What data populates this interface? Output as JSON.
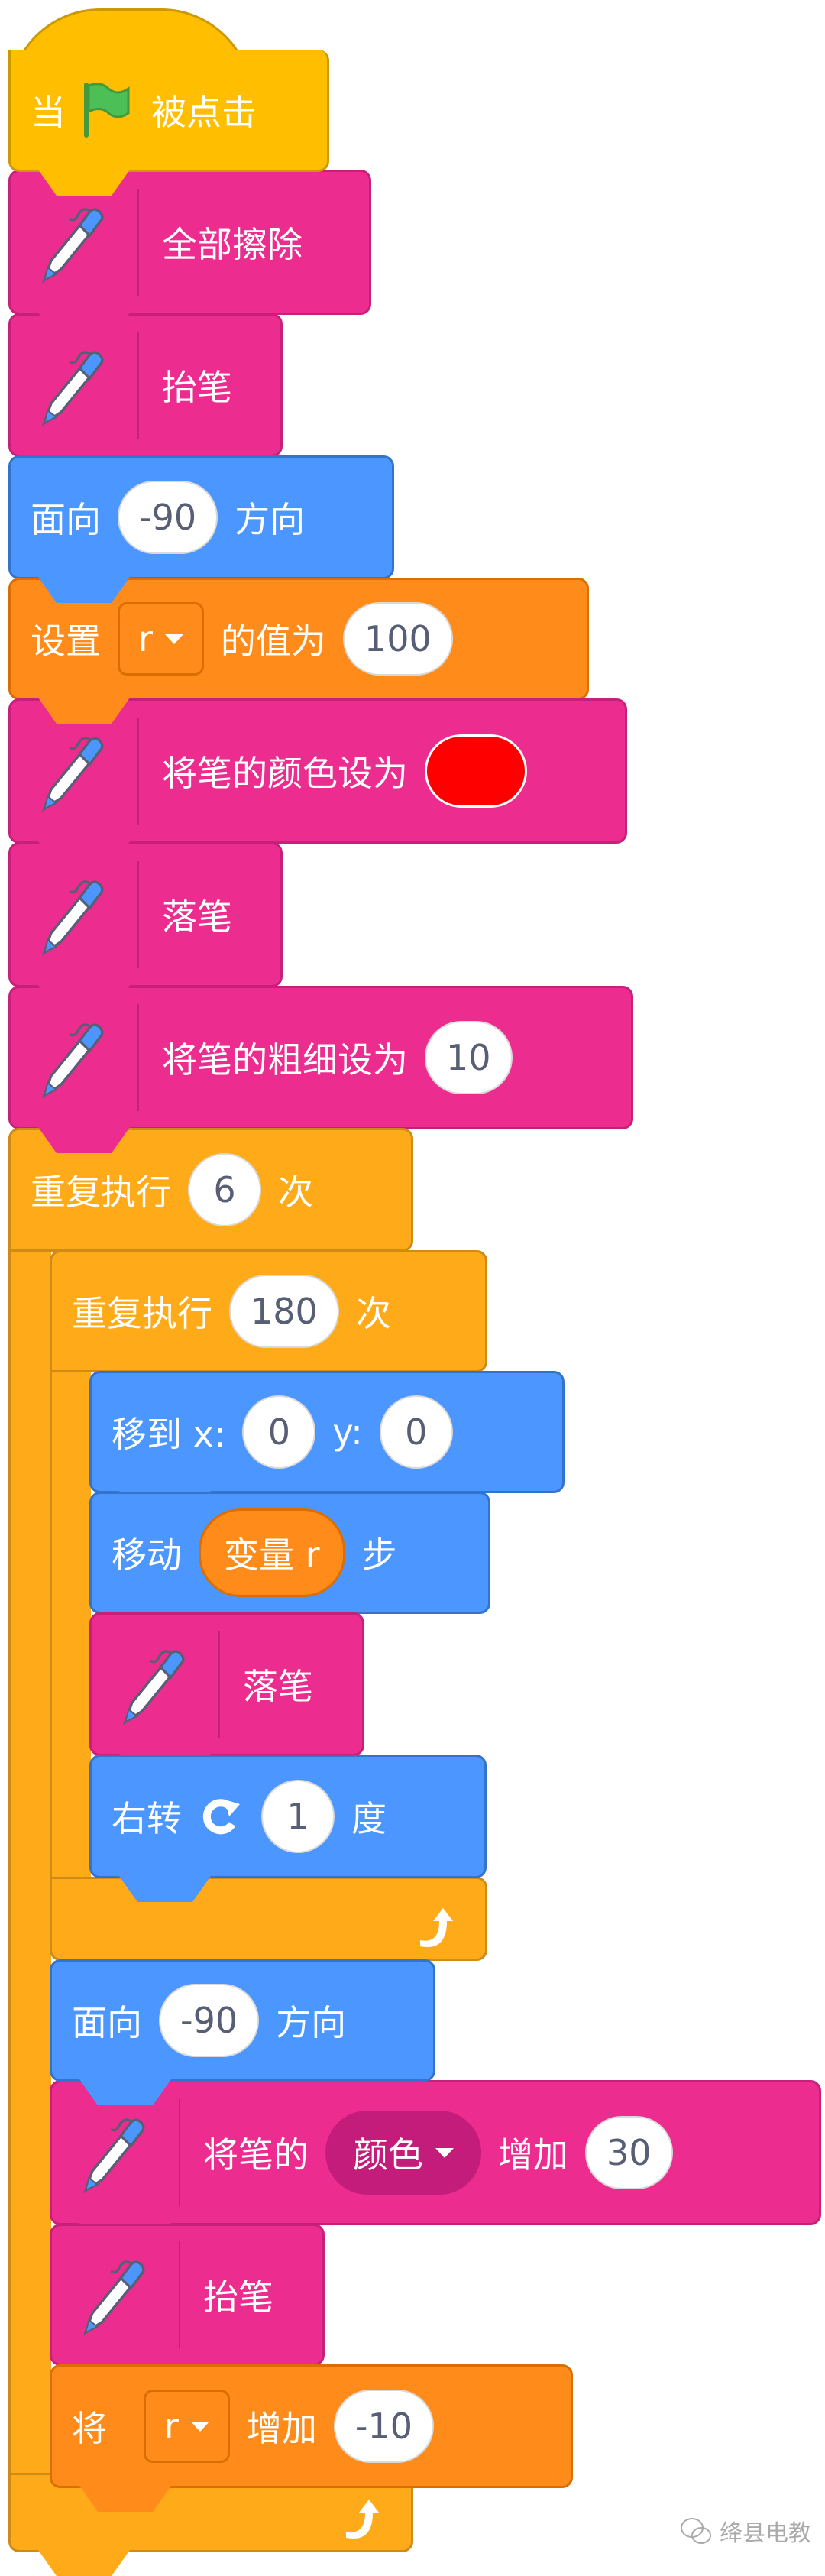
{
  "colors": {
    "event": "#FFBF00",
    "pen": "#EC2D8F",
    "motion": "#4C97FF",
    "variables": "#FF8C1A",
    "control": "#FFAB19",
    "pen_color_value": "#FF0000"
  },
  "hat": {
    "when": "当",
    "icon": "green-flag-icon",
    "clicked": "被点击"
  },
  "clear": {
    "label": "全部擦除"
  },
  "pen_up_1": {
    "label": "抬笔"
  },
  "point_1": {
    "label": "面向",
    "value": "-90",
    "suffix": "方向"
  },
  "set_var": {
    "label": "设置",
    "var": "r",
    "mid": "的值为",
    "value": "100"
  },
  "set_color": {
    "label": "将笔的颜色设为",
    "color": "#FF0000"
  },
  "pen_down_1": {
    "label": "落笔"
  },
  "set_size": {
    "label": "将笔的粗细设为",
    "value": "10"
  },
  "repeat_outer": {
    "label": "重复执行",
    "value": "6",
    "suffix": "次"
  },
  "repeat_inner": {
    "label": "重复执行",
    "value": "180",
    "suffix": "次"
  },
  "goto": {
    "label": "移到 x:",
    "x": "0",
    "ylabel": "y:",
    "y": "0"
  },
  "move": {
    "label": "移动",
    "reporter": "变量 r",
    "suffix": "步"
  },
  "pen_down_2": {
    "label": "落笔"
  },
  "turn": {
    "label": "右转",
    "icon": "rotate-clockwise-icon",
    "value": "1",
    "suffix": "度"
  },
  "point_2": {
    "label": "面向",
    "value": "-90",
    "suffix": "方向"
  },
  "change_color": {
    "label": "将笔的",
    "param": "颜色",
    "mid": "增加",
    "value": "30"
  },
  "pen_up_2": {
    "label": "抬笔"
  },
  "change_var": {
    "label": "将",
    "var": "r",
    "mid": "增加",
    "value": "-10"
  },
  "watermark": "绛县电教"
}
